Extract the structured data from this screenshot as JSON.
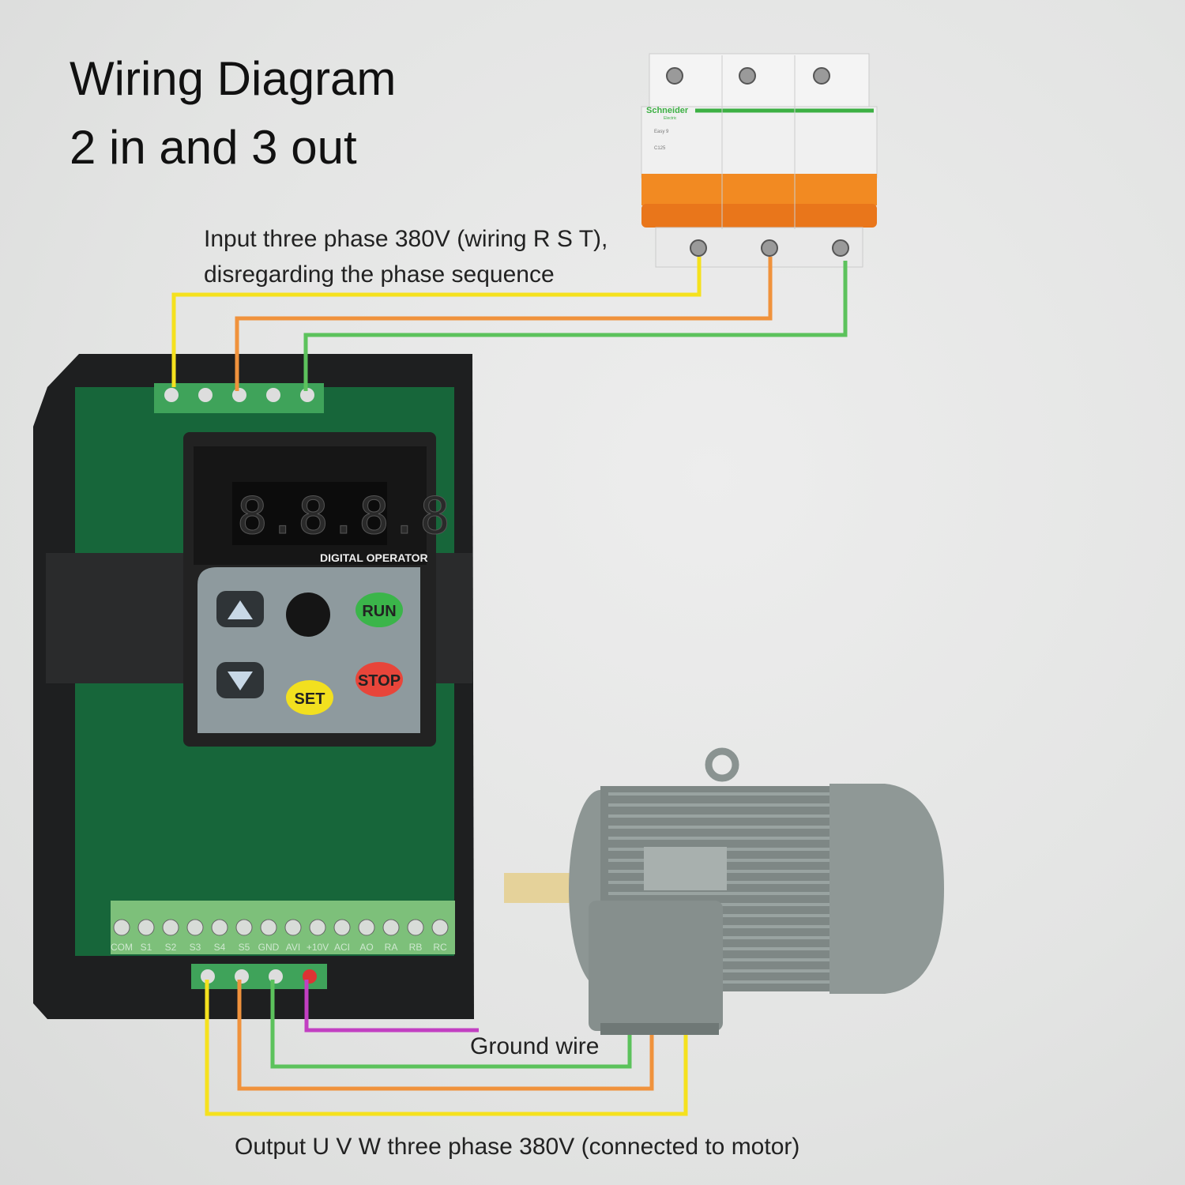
{
  "title": {
    "line1": "Wiring Diagram",
    "line2": "2 in and 3 out"
  },
  "labels": {
    "input_line1": "Input three phase 380V (wiring R S T),",
    "input_line2": "disregarding the phase sequence",
    "ground": "Ground wire",
    "output": "Output U V W three phase 380V (connected to motor)"
  },
  "breaker": {
    "brand": "Schneider",
    "brand_sub": "Electric",
    "model": "Easy 9",
    "rating": "C125"
  },
  "inverter": {
    "display": "8.8.8.8",
    "panel_label": "DIGITAL OPERATOR",
    "run": "RUN",
    "stop": "STOP",
    "set": "SET",
    "terminals": [
      "COM",
      "S1",
      "S2",
      "S3",
      "S4",
      "S5",
      "GND",
      "AVI",
      "+10V",
      "ACI",
      "AO",
      "RA",
      "RB",
      "RC"
    ]
  },
  "wire_colors": {
    "yellow": "#f5e11e",
    "orange": "#f0923c",
    "green": "#5cc25c",
    "magenta": "#c23fc2"
  }
}
